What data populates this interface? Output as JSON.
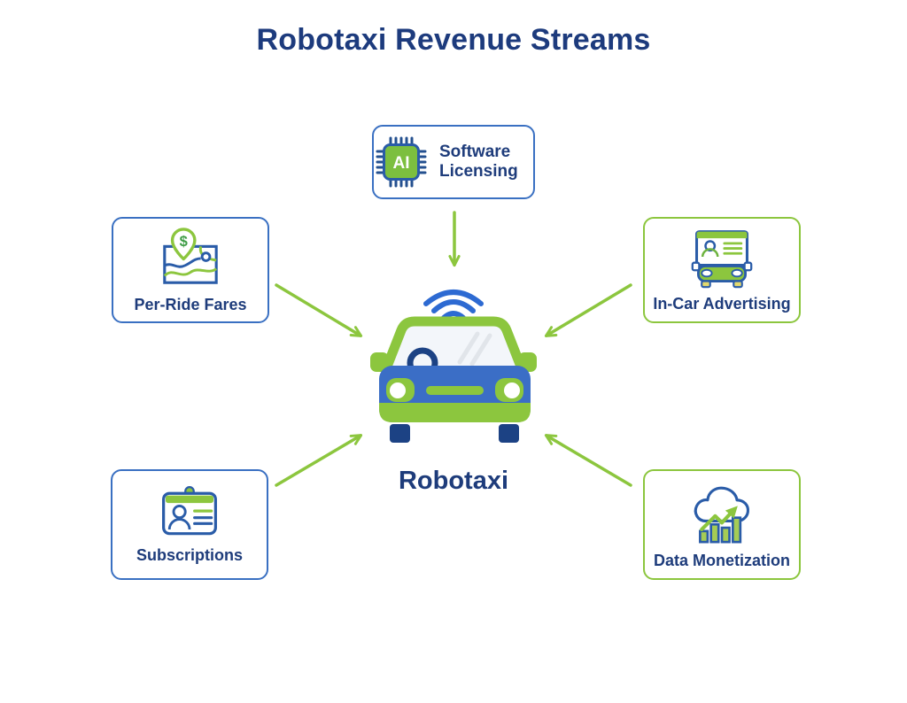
{
  "title": "Robotaxi Revenue Streams",
  "center": {
    "label": "Robotaxi",
    "icon": "robotaxi-car-icon"
  },
  "nodes": [
    {
      "id": "software-licensing",
      "label": "Software Licensing",
      "icon": "ai-chip-icon",
      "icon_text": "AI",
      "accent": "blue"
    },
    {
      "id": "per-ride-fares",
      "label": "Per-Ride Fares",
      "icon": "map-route-dollar-pin-icon",
      "icon_text": "$",
      "accent": "blue"
    },
    {
      "id": "in-car-advertising",
      "label": "In-Car Advertising",
      "icon": "ad-screen-car-icon",
      "accent": "green"
    },
    {
      "id": "subscriptions",
      "label": "Subscriptions",
      "icon": "id-badge-icon",
      "accent": "blue"
    },
    {
      "id": "data-monetization",
      "label": "Data Monetization",
      "icon": "cloud-bar-chart-icon",
      "accent": "green"
    }
  ],
  "connectors": [
    {
      "from": "software-licensing",
      "to": "robotaxi"
    },
    {
      "from": "per-ride-fares",
      "to": "robotaxi"
    },
    {
      "from": "in-car-advertising",
      "to": "robotaxi"
    },
    {
      "from": "subscriptions",
      "to": "robotaxi"
    },
    {
      "from": "data-monetization",
      "to": "robotaxi"
    }
  ],
  "colors": {
    "title_navy": "#1d3b7d",
    "label_navy": "#1e3c7b",
    "blue_border": "#3a70c2",
    "arrow_green": "#8cc63e",
    "car_blue": "#3b6ec6",
    "dark_navy": "#1c4284",
    "wifi_blue": "#2d6ad2",
    "chip_green": "#7cbf3f",
    "icon_outline_blue": "#2a5ca8"
  }
}
